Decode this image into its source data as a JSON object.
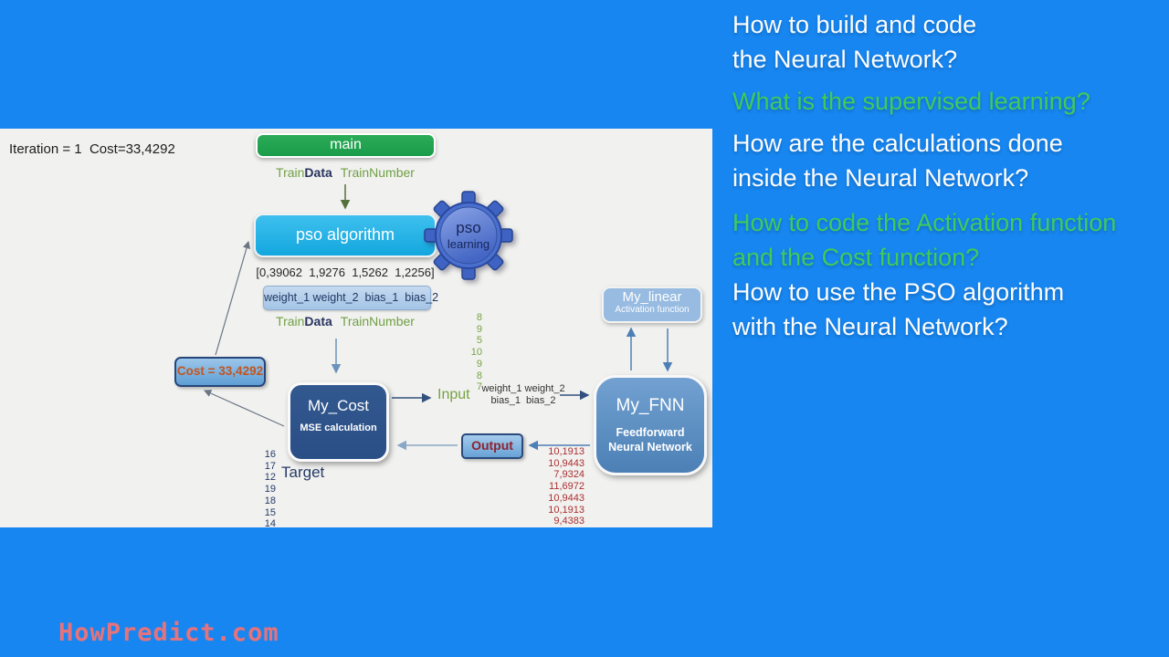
{
  "colors": {
    "background": "#1786f0",
    "panel": "#f1f1ef",
    "question_white": "#fdfdfe",
    "question_green": "#3ecb5c",
    "main_green": "#1ea351",
    "pso_cyan": "#22b2e4",
    "gear_blue": "#4a6fce",
    "mycost_navy": "#2d5492",
    "fnn_blue": "#5e90c4",
    "linear_blue": "#97bbe1",
    "cost_text_orange": "#c2551f",
    "output_text_maroon": "#8e2330",
    "io_green_text": "#76a245",
    "output_red_text": "#a93030",
    "target_navy_text": "#253a66",
    "watermark_salmon": "#e6737c"
  },
  "diagram": {
    "iteration": "Iteration = 1  Cost=33,4292",
    "main_label": "main",
    "train_label": {
      "a": "Train",
      "b": "Data",
      "c": "TrainNumber"
    },
    "pso_label": "pso algorithm",
    "gear": {
      "line1": "pso",
      "line2": "learning"
    },
    "params_vector": "[0,39062  1,9276  1,5262  1,2256]",
    "weights_box": "weight_1 weight_2  bias_1  bias_2",
    "cost_badge": "Cost = 33,4292",
    "my_cost": {
      "title": "My_Cost",
      "subtitle": "MSE calculation"
    },
    "input_label": "Input",
    "input_values": [
      "8",
      "9",
      "5",
      "10",
      "9",
      "8",
      "7"
    ],
    "inline_weights": {
      "line1": "weight_1 weight_2",
      "line2": "bias_1  bias_2"
    },
    "my_linear": {
      "title": "My_linear",
      "subtitle": "Activation function"
    },
    "my_fnn": {
      "title": "My_FNN",
      "sub1": "Feedforward",
      "sub2": "Neural Network"
    },
    "output_label": "Output",
    "output_values": [
      "10,1913",
      "10,9443",
      "7,9324",
      "11,6972",
      "10,9443",
      "10,1913",
      "9,4383"
    ],
    "target_values": [
      "16",
      "17",
      "12",
      "19",
      "18",
      "15",
      "14"
    ],
    "target_label": "Target"
  },
  "questions": [
    {
      "color": "white",
      "lines": [
        "How to build and code",
        "the Neural Network?"
      ]
    },
    {
      "color": "green",
      "lines": [
        "What is the supervised learning?"
      ]
    },
    {
      "color": "white",
      "lines": [
        "How are the calculations done",
        "inside the Neural Network?"
      ]
    },
    {
      "color": "green",
      "lines": [
        "How to code the Activation function",
        "and the Cost function?"
      ]
    },
    {
      "color": "white",
      "lines": [
        "How to use the PSO algorithm",
        "with the Neural Network?"
      ]
    }
  ],
  "watermark": "HowPredict.com"
}
